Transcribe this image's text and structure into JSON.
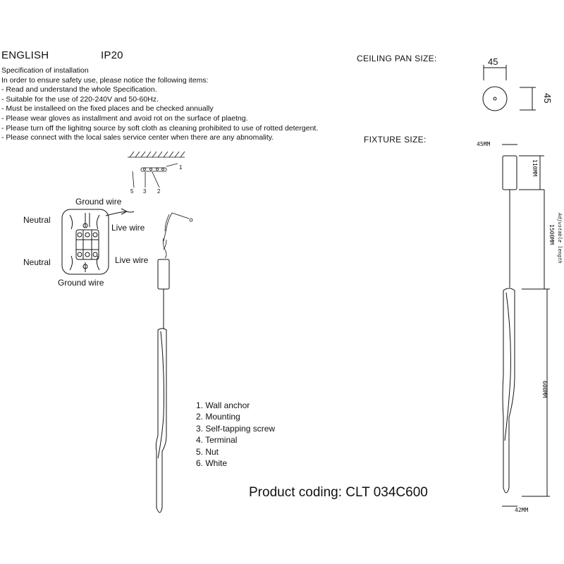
{
  "header": {
    "language": "ENGLISH",
    "ip_rating": "IP20",
    "ceiling_pan_label": "CEILING PAN  SIZE:",
    "fixture_size_label": "FIXTURE SIZE:"
  },
  "spec": {
    "title": "Specification of installation",
    "intro": "In order to ensure safety use, please notice the following items:",
    "items": [
      "- Read and understand the whole Specification.",
      "- Suitable for the use of 220-240V and 50-60Hz.",
      "- Must be installeed on the fixed places and be checked annually",
      "- Please wear gloves as installment and avoid rot on the surface of plaetng.",
      "- Please turn off the lighitng source by soft cloth as cleaning prohibited to use of rotted detergent.",
      "- Please connect with the local sales service center when there are any abnomality."
    ]
  },
  "wiring": {
    "ground_top": "Ground wire",
    "neutral_top": "Neutral",
    "live_top": "Live wire",
    "neutral_bottom": "Neutral",
    "live_bottom": "Live wire",
    "ground_bottom": "Ground wire"
  },
  "mount_numbers": {
    "n1": "1",
    "n5": "5",
    "n3": "3",
    "n2": "2"
  },
  "parts": [
    "1. Wall anchor",
    "2. Mounting",
    "3. Self-tapping screw",
    "4. Terminal",
    "5. Nut",
    "6. White"
  ],
  "product_coding": "Product coding: CLT 034C600",
  "dimensions": {
    "pan_width": "45",
    "pan_height": "45",
    "canopy_width": "45MM",
    "canopy_height": "110MM",
    "cable_length": "1500MM",
    "adjustable": "Adjustable length",
    "body_length": "600MM",
    "body_width": "42MM"
  }
}
